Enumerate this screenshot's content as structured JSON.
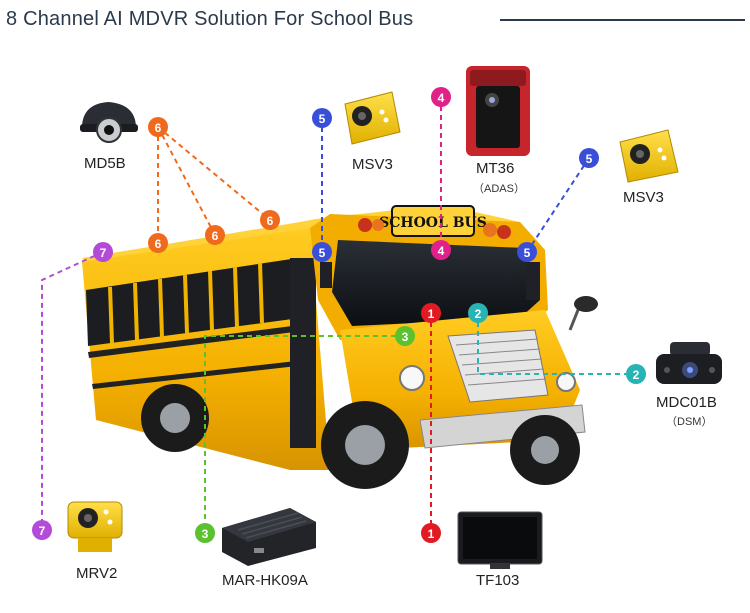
{
  "title": "8 Channel AI MDVR Solution For School Bus",
  "bus_sign": "SCHOOL BUS",
  "colors": {
    "ch1": "#e01b24",
    "ch2": "#28b4b4",
    "ch3": "#5bc12e",
    "ch4": "#e0218a",
    "ch5": "#3a4fd8",
    "ch6": "#f06a1e",
    "ch7": "#b44ad8",
    "bus_yellow": "#f5b400",
    "title_dark": "#2b3a4a"
  },
  "markers": [
    "1",
    "2",
    "3",
    "4",
    "5",
    "6",
    "7"
  ],
  "devices": {
    "md5b": {
      "name": "MD5B"
    },
    "msv3_left": {
      "name": "MSV3"
    },
    "mt36": {
      "name": "MT36",
      "sub": "（ADAS）"
    },
    "msv3_right": {
      "name": "MSV3"
    },
    "mdc01b": {
      "name": "MDC01B",
      "sub": "（DSM）"
    },
    "mrv2": {
      "name": "MRV2"
    },
    "mar_hk09a": {
      "name": "MAR-HK09A"
    },
    "tf103": {
      "name": "TF103"
    }
  }
}
